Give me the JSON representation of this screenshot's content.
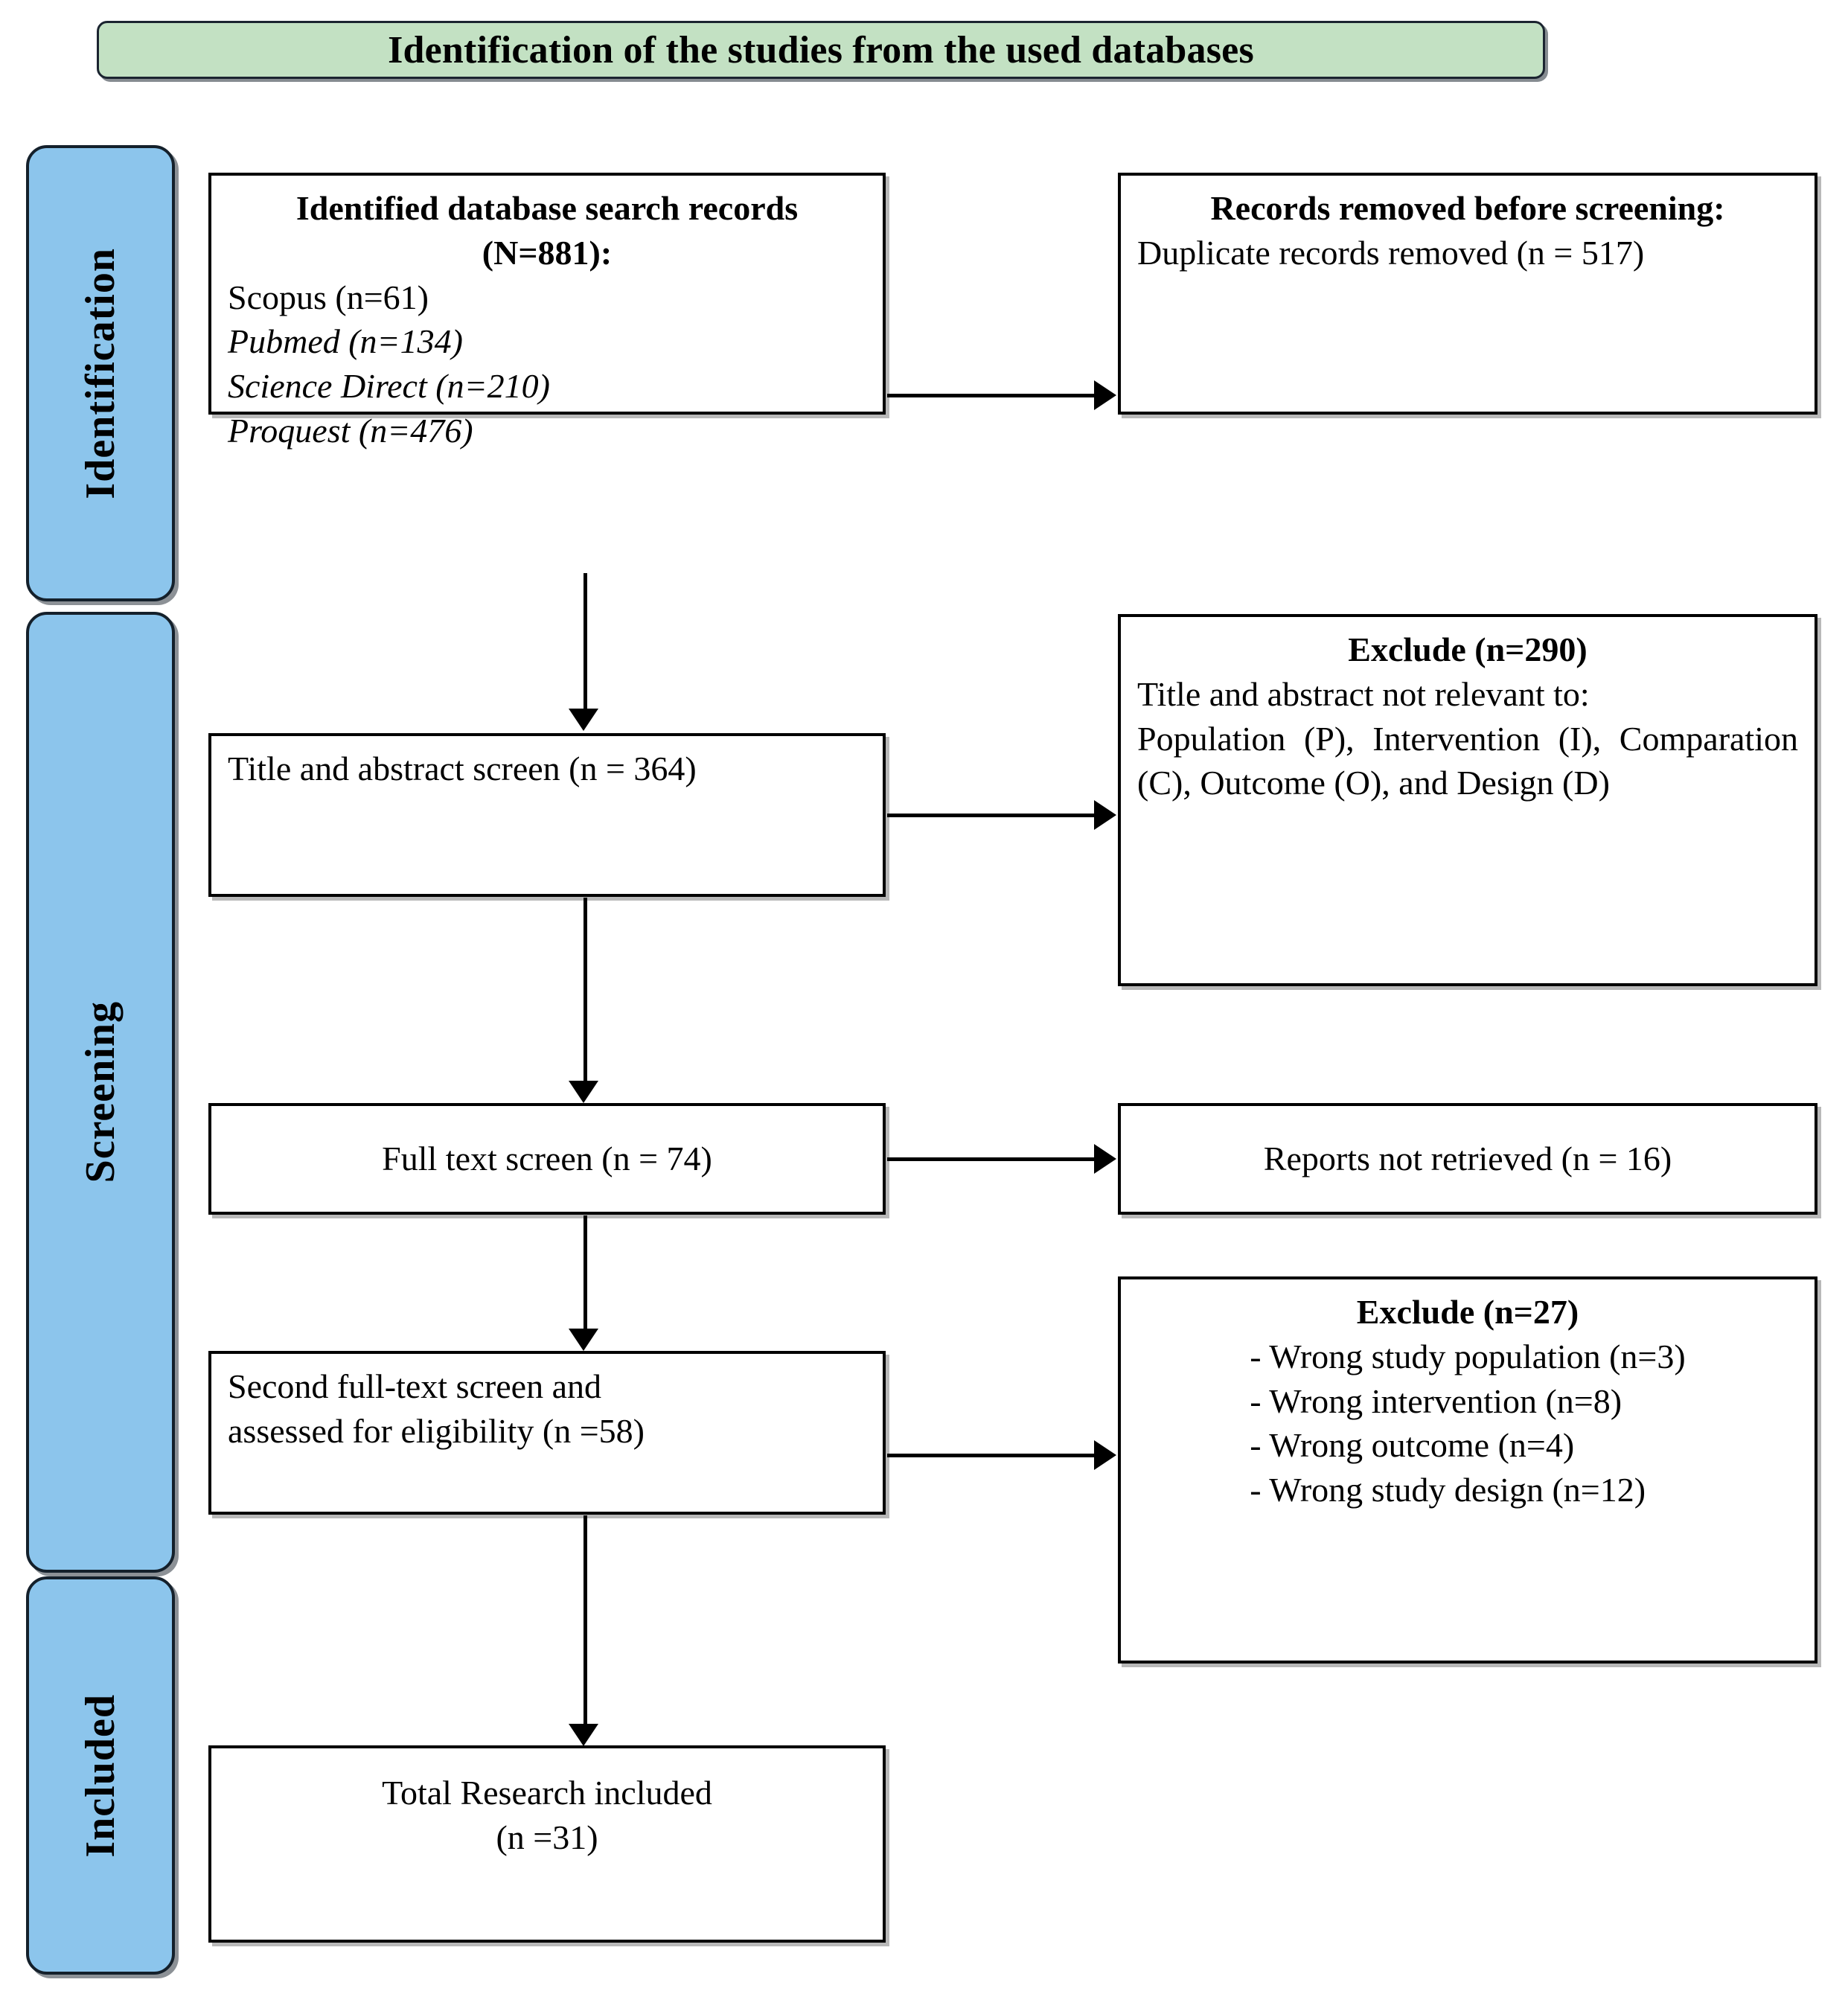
{
  "title": "Identification of the studies from the used databases",
  "phases": [
    {
      "key": "identification",
      "label": "Identification"
    },
    {
      "key": "screening",
      "label": "Screening"
    },
    {
      "key": "included",
      "label": "Included"
    }
  ],
  "colors": {
    "title_banner": "#c3e1c3",
    "phase_band": "#8cc5ec",
    "box_border": "#000000",
    "box_fill": "#ffffff"
  },
  "boxes": {
    "identified": {
      "heading": "Identified database search records (N=881):",
      "lines": [
        "Scopus (n=61)",
        "Pubmed (n=134)",
        "Science Direct (n=210)",
        "Proquest (n=476)"
      ]
    },
    "removed": {
      "heading": "Records removed before screening:",
      "lines": [
        "Duplicate records removed (n = 517)"
      ]
    },
    "title_screen": {
      "line": "Title and abstract screen (n = 364)"
    },
    "exclude_290": {
      "heading": "Exclude (n=290)",
      "lines": [
        "Title and abstract not relevant to:",
        "Population (P), Intervention (I), Comparation (C), Outcome (O), and Design (D)"
      ]
    },
    "fulltext": {
      "line": "Full text screen (n = 74)"
    },
    "not_retrieved": {
      "line": "Reports not retrieved (n = 16)"
    },
    "second_screen": {
      "line_1": "Second full-text screen and",
      "line_2": "assessed for eligibility (n =58)"
    },
    "exclude_27": {
      "heading": "Exclude (n=27)",
      "lines": [
        "- Wrong study population (n=3)",
        "- Wrong intervention (n=8)",
        "- Wrong outcome (n=4)",
        "- Wrong study design (n=12)"
      ]
    },
    "total": {
      "line_1": "Total Research included",
      "line_2": "(n =31)"
    }
  },
  "chart_data": {
    "type": "diagram",
    "title": "Identification of the studies from the used databases",
    "flow": "PRISMA study selection",
    "nodes": [
      {
        "id": "identified",
        "phase": "Identification",
        "label": "Identified database search records (N=881)",
        "n": 881
      },
      {
        "id": "removed",
        "phase": "Identification",
        "label": "Duplicate records removed",
        "n": 517
      },
      {
        "id": "title_screen",
        "phase": "Screening",
        "label": "Title and abstract screen",
        "n": 364
      },
      {
        "id": "exclude_290",
        "phase": "Screening",
        "label": "Exclude - title and abstract not relevant",
        "n": 290
      },
      {
        "id": "fulltext",
        "phase": "Screening",
        "label": "Full text screen",
        "n": 74
      },
      {
        "id": "not_retrieved",
        "phase": "Screening",
        "label": "Reports not retrieved",
        "n": 16
      },
      {
        "id": "second_screen",
        "phase": "Screening",
        "label": "Second full-text screen and assessed for eligibility",
        "n": 58
      },
      {
        "id": "exclude_27",
        "phase": "Screening",
        "label": "Exclude",
        "n": 27
      },
      {
        "id": "total",
        "phase": "Included",
        "label": "Total Research included",
        "n": 31
      }
    ],
    "sources": [
      {
        "name": "Scopus",
        "n": 61
      },
      {
        "name": "Pubmed",
        "n": 134
      },
      {
        "name": "Science Direct",
        "n": 210
      },
      {
        "name": "Proquest",
        "n": 476
      }
    ],
    "exclusions_27": [
      {
        "reason": "Wrong study population",
        "n": 3
      },
      {
        "reason": "Wrong intervention",
        "n": 8
      },
      {
        "reason": "Wrong outcome",
        "n": 4
      },
      {
        "reason": "Wrong study design",
        "n": 12
      }
    ],
    "edges": [
      {
        "from": "identified",
        "to": "removed",
        "direction": "right"
      },
      {
        "from": "identified",
        "to": "title_screen",
        "direction": "down"
      },
      {
        "from": "title_screen",
        "to": "exclude_290",
        "direction": "right"
      },
      {
        "from": "title_screen",
        "to": "fulltext",
        "direction": "down"
      },
      {
        "from": "fulltext",
        "to": "not_retrieved",
        "direction": "right"
      },
      {
        "from": "fulltext",
        "to": "second_screen",
        "direction": "down"
      },
      {
        "from": "second_screen",
        "to": "exclude_27",
        "direction": "right"
      },
      {
        "from": "second_screen",
        "to": "total",
        "direction": "down"
      }
    ]
  }
}
